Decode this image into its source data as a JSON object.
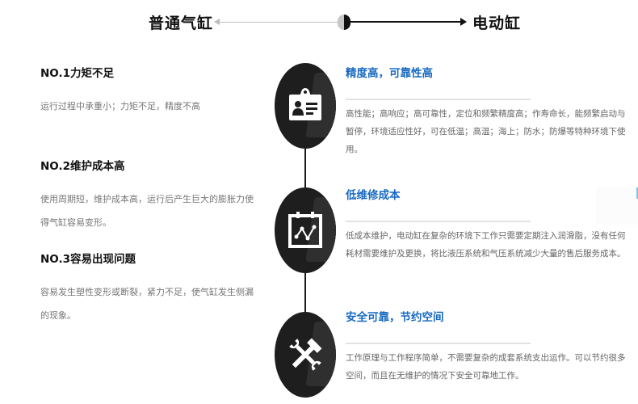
{
  "header": {
    "left_label": "普通气缸",
    "right_label": "电动缸",
    "colors": {
      "left_arrow": "#bdbdbd",
      "right_arrow": "#111111"
    }
  },
  "left_items": [
    {
      "title": "NO.1力矩不足",
      "desc": "运行过程中承重小；力矩不足，精度不高"
    },
    {
      "title": "NO.2维护成本高",
      "desc": "使用周期短，维护成本高，运行后产生巨大的膨胀力使得气缸容易变形。"
    },
    {
      "title": "NO.3容易出现问题",
      "desc": "容易发生塑性变形或断裂，紧力不足，使气缸发生侧漏的现象。"
    }
  ],
  "nodes": [
    {
      "icon": "id-badge-icon"
    },
    {
      "icon": "chart-board-icon"
    },
    {
      "icon": "tools-icon"
    }
  ],
  "right_items": [
    {
      "title": "精度高，可靠性高",
      "desc": "高性能；高响应；高可靠性，定位和频繁精度高；作寿命长，能频繁启动与暂停，环境适应性好，可在低温；高温；海上；防水；防爆等特种环境下使用。"
    },
    {
      "title": "低维修成本",
      "desc": "低成本维护，电动缸在复杂的环境下工作只需要定期注入润滑脂，没有任何耗材需要维护及更换，将比液压系统和气压系统减少大量的售后服务成本。"
    },
    {
      "title": "安全可靠，节约空间",
      "desc": "工作原理与工作程序简单，不需要复杂的成套系统支出运作。可以节约很多空间，而且在无维护的情况下安全可靠地工作。"
    }
  ],
  "colors": {
    "accent_blue": "#1769c0",
    "node_dark": "#1e1e1e",
    "text_gray": "#777777"
  }
}
